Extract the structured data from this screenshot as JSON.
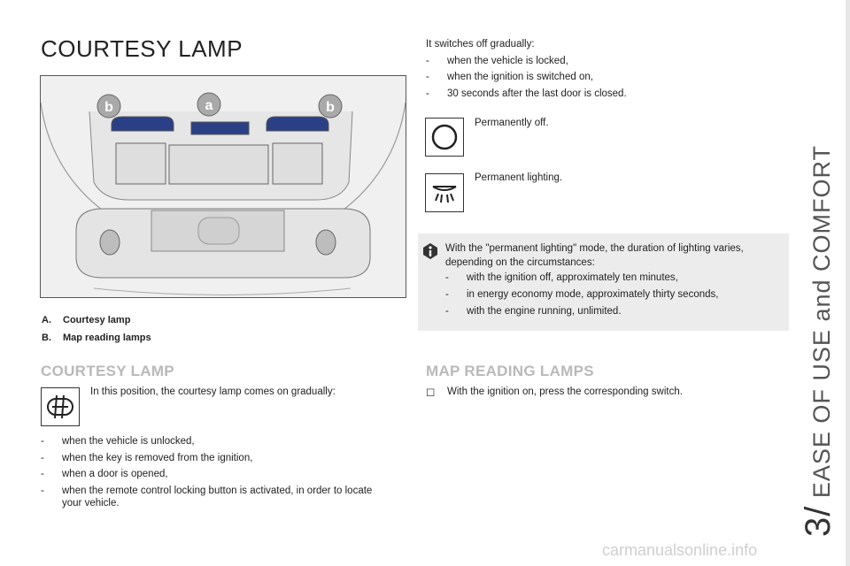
{
  "page": {
    "title": "COURTESY LAMP",
    "chapter_number": "3",
    "chapter_slash": "/",
    "chapter_title": "EASE OF USE and COMFORT",
    "watermark": "carmanualsonline.info"
  },
  "illustration": {
    "callouts": [
      "b",
      "a",
      "b"
    ]
  },
  "legend": [
    {
      "key": "A.",
      "label": "Courtesy lamp"
    },
    {
      "key": "B.",
      "label": "Map reading lamps"
    }
  ],
  "courtesy_section": {
    "heading": "COURTESY LAMP",
    "intro": "In this position, the courtesy lamp comes on gradually:",
    "items": [
      "when the vehicle is unlocked,",
      "when the key is removed from the ignition,",
      "when a door is opened,",
      "when the remote control locking button is activated, in order to locate your vehicle."
    ]
  },
  "switch_off": {
    "intro": "It switches off gradually:",
    "items": [
      "when the vehicle is locked,",
      "when the ignition is switched on,",
      "30 seconds after the last door is closed."
    ],
    "permanently_off": "Permanently off.",
    "permanent_lighting": "Permanent lighting."
  },
  "note": {
    "text": "With the \"permanent lighting\" mode, the duration of lighting varies, depending on the circumstances:",
    "items": [
      "with the ignition off, approximately ten minutes,",
      "in energy economy mode, approximately thirty seconds,",
      "with the engine running, unlimited."
    ]
  },
  "map_section": {
    "heading": "MAP READING LAMPS",
    "bullet": "☐",
    "text": "With the ignition on, press the corresponding switch."
  }
}
